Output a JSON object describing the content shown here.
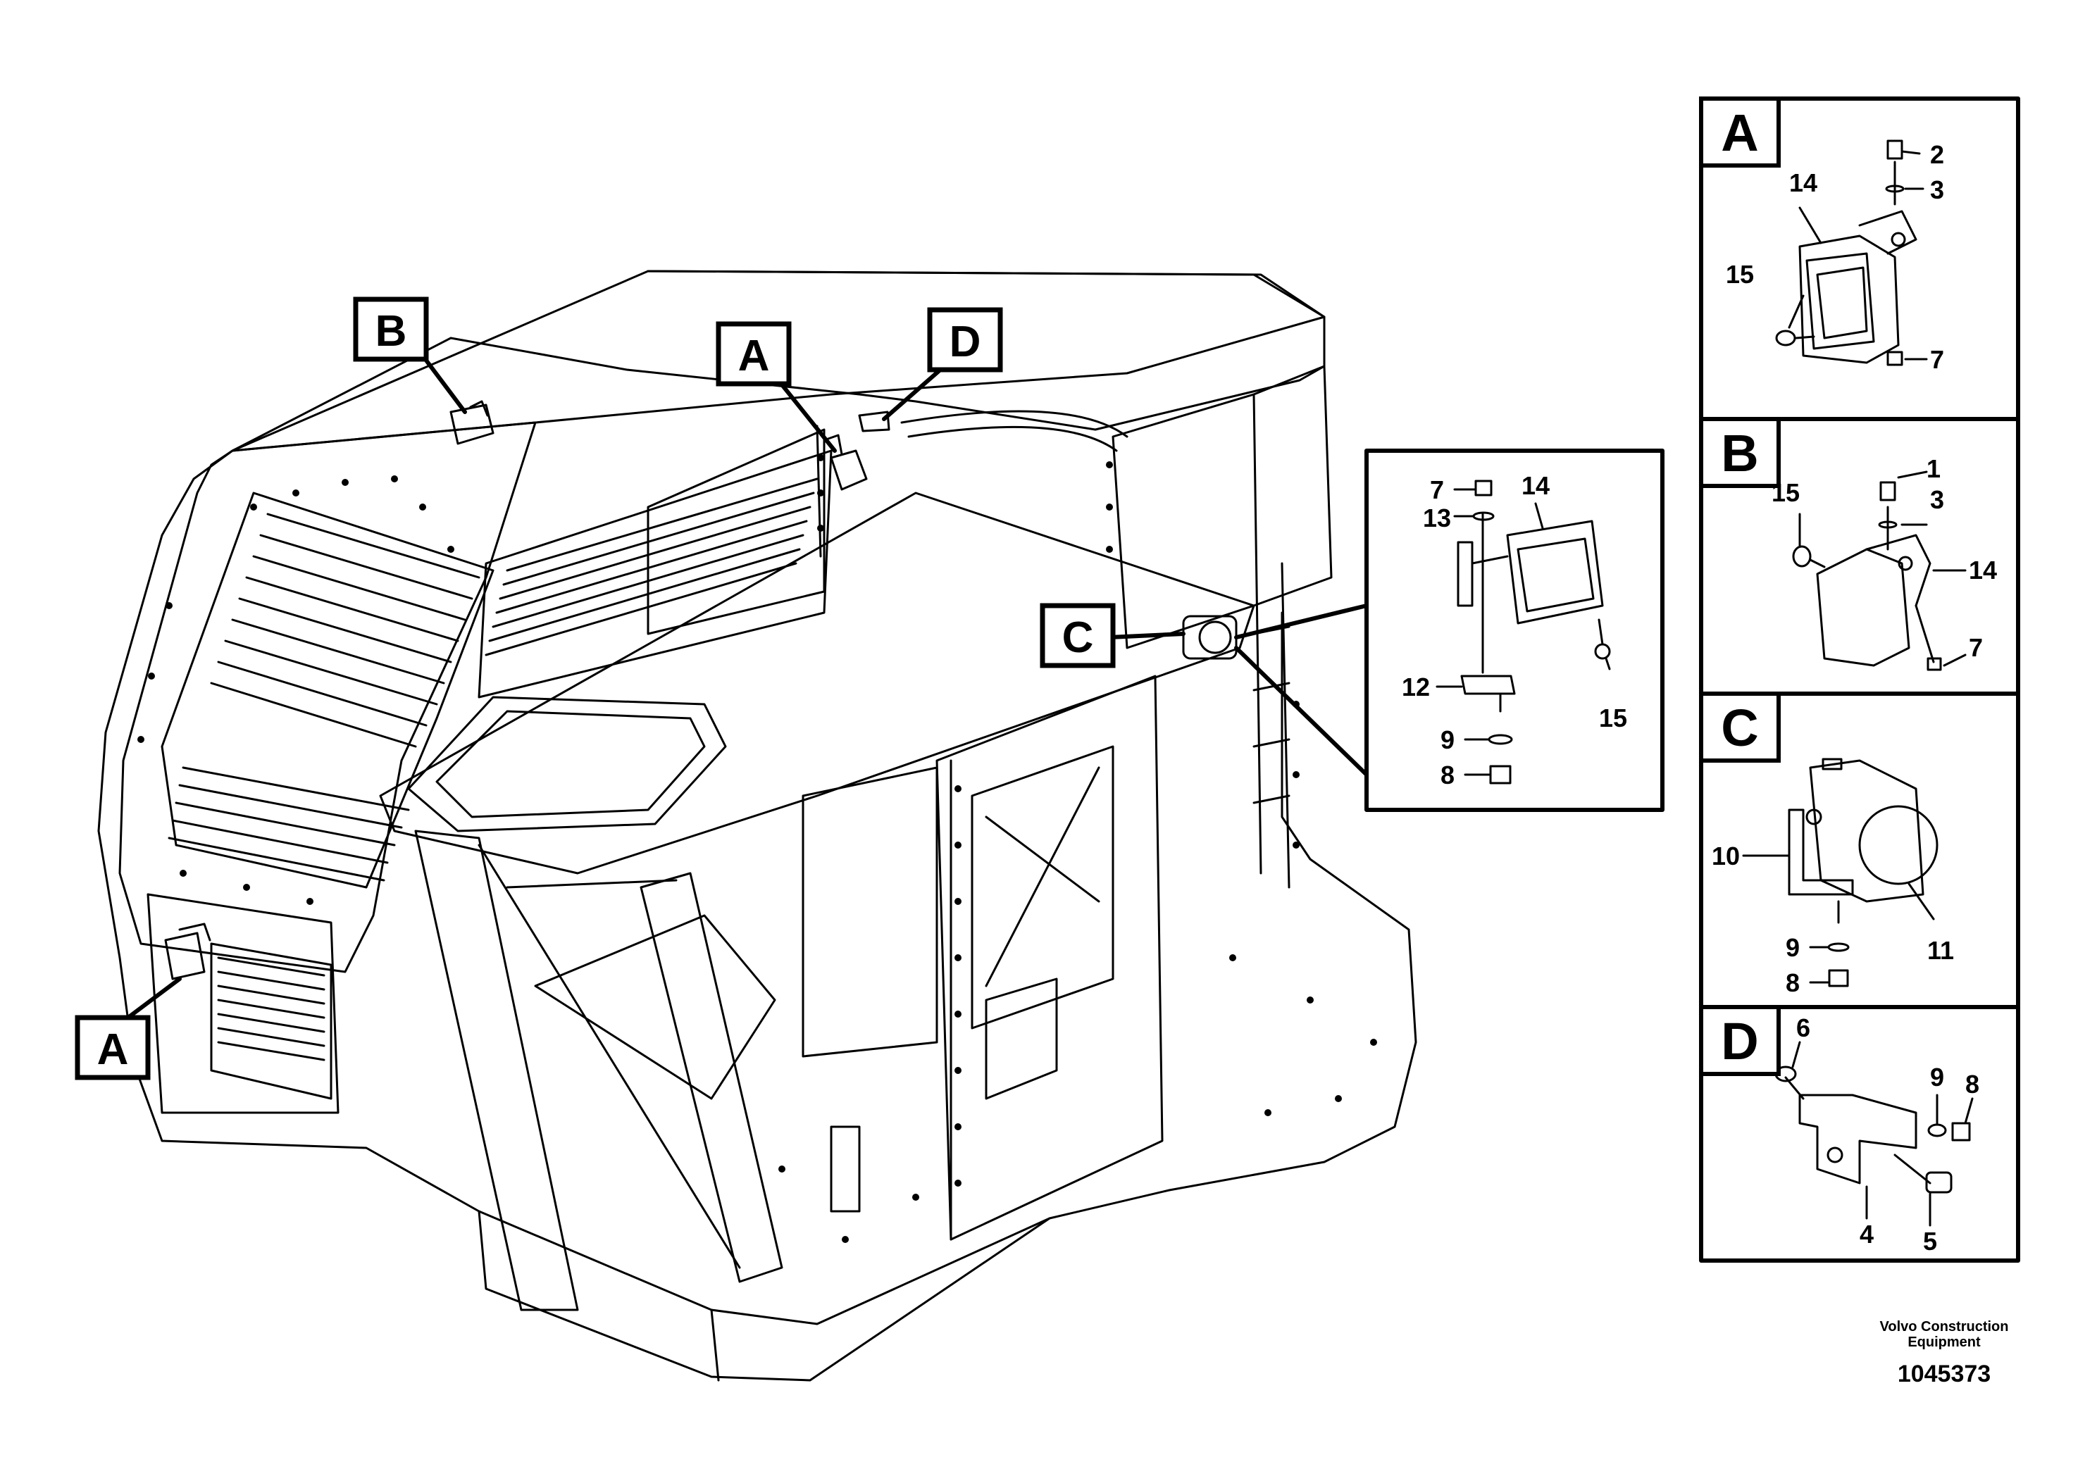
{
  "main_diagram": {
    "callouts": [
      "B",
      "A",
      "D",
      "C",
      "A"
    ]
  },
  "detail_c_inset": {
    "part_numbers": [
      "7",
      "13",
      "14",
      "12",
      "15",
      "9",
      "8"
    ]
  },
  "panels": [
    {
      "letter": "A",
      "part_numbers": [
        "2",
        "3",
        "14",
        "15",
        "7"
      ]
    },
    {
      "letter": "B",
      "part_numbers": [
        "1",
        "3",
        "15",
        "14",
        "7"
      ]
    },
    {
      "letter": "C",
      "part_numbers": [
        "10",
        "11",
        "9",
        "8"
      ]
    },
    {
      "letter": "D",
      "part_numbers": [
        "6",
        "9",
        "8",
        "4",
        "5"
      ]
    }
  ],
  "footer": {
    "company_line1": "Volvo Construction",
    "company_line2": "Equipment",
    "doc_number": "1045373"
  }
}
